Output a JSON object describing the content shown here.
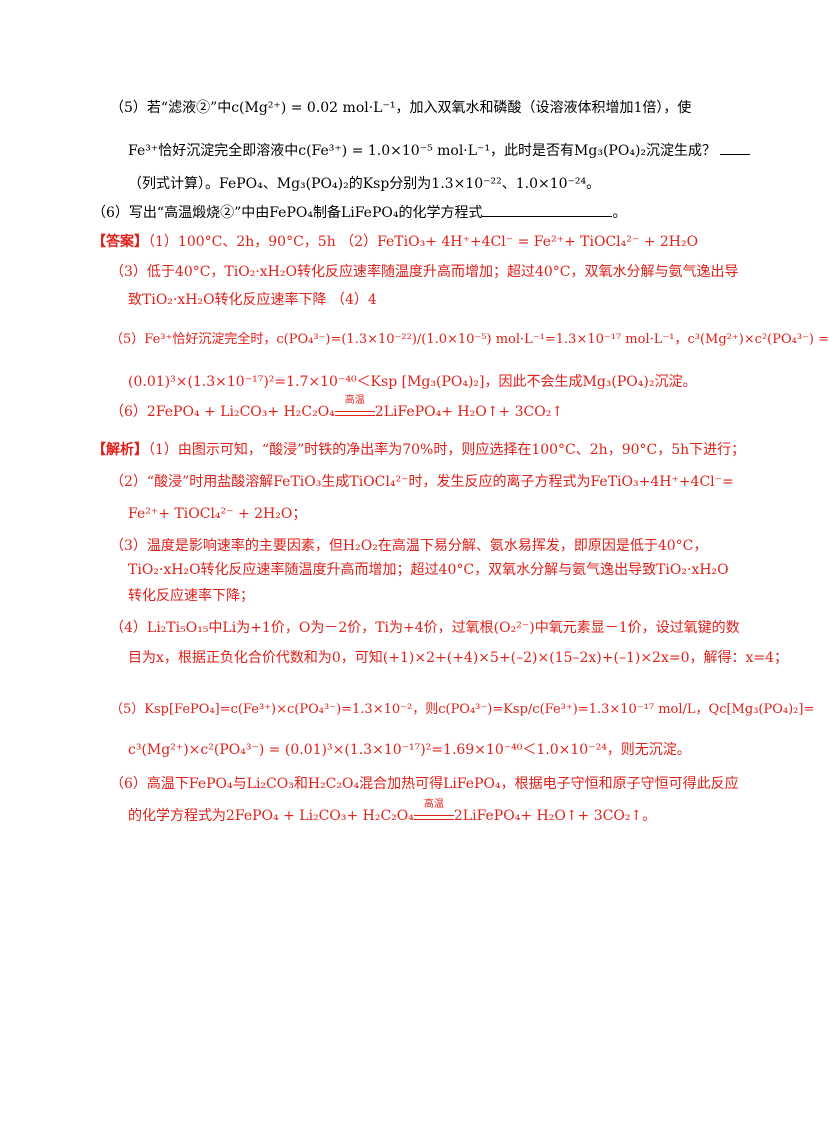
{
  "q5": {
    "line1": "（5）若“滤液②”中c(Mg²⁺) = 0.02 mol·L⁻¹，加入双氧水和磷酸（设溶液体积增加1倍），使",
    "line2": "Fe³⁺恰好沉淀完全即溶液中c(Fe³⁺) = 1.0×10⁻⁵ mol·L⁻¹，此时是否有Mg₃(PO₄)₂沉淀生成？",
    "line3": "（列式计算）。FePO₄、Mg₃(PO₄)₂的Ksp分别为1.3×10⁻²²、1.0×10⁻²⁴。"
  },
  "q6": {
    "line1": "（6）写出“高温煅烧②”中由FePO₄制备LiFePO₄的化学方程式",
    "end": "。"
  },
  "answer": {
    "tag": "【答案】",
    "line1": "（1）100°C、2h，90°C，5h （2）FeTiO₃+ 4H⁺+4Cl⁻ = Fe²⁺+ TiOCl₄²⁻ + 2H₂O",
    "line2": "（3）低于40°C，TiO₂·xH₂O转化反应速率随温度升高而增加；超过40°C，双氧水分解与氨气逸出导",
    "line3": "致TiO₂·xH₂O转化反应速率下降 （4）4",
    "line4": "（5）Fe³⁺恰好沉淀完全时，c(PO₄³⁻)=(1.3×10⁻²²)/(1.0×10⁻⁵) mol·L⁻¹=1.3×10⁻¹⁷ mol·L⁻¹，c³(Mg²⁺)×c²(PO₄³⁻) =",
    "line5": "(0.01)³×(1.3×10⁻¹⁷)²=1.7×10⁻⁴⁰＜Ksp [Mg₃(PO₄)₂]，因此不会生成Mg₃(PO₄)₂沉淀。",
    "line6a": "（6）2FePO₄ + Li₂CO₃+ H₂C₂O₄",
    "line6cond": "高温",
    "line6b": "2LiFePO₄+ H₂O↑+ 3CO₂↑"
  },
  "analysis": {
    "tag": "【解析】",
    "line1": "（1）由图示可知，“酸浸”时铁的净出率为70%时，则应选择在100°C、2h，90°C，5h下进行；",
    "line2": "（2）“酸浸”时用盐酸溶解FeTiO₃生成TiOCl₄²⁻时，发生反应的离子方程式为FeTiO₃+4H⁺+4Cl⁻=",
    "line3": "Fe²⁺+ TiOCl₄²⁻ + 2H₂O；",
    "line4": "（3）温度是影响速率的主要因素，但H₂O₂在高温下易分解、氨水易挥发，即原因是低于40°C，",
    "line5": "TiO₂·xH₂O转化反应速率随温度升高而增加；超过40°C，双氧水分解与氨气逸出导致TiO₂·xH₂O",
    "line6": "转化反应速率下降；",
    "line7": "（4）Li₂Ti₅O₁₅中Li为+1价，O为－2价，Ti为+4价，过氧根(O₂²⁻)中氧元素显－1价，设过氧键的数",
    "line8": "目为x，根据正负化合价代数和为0，可知(+1)×2+(+4)×5+(–2)×(15–2x)+(–1)×2x=0，解得：x=4；",
    "line9": "（5）Ksp[FePO₄]=c(Fe³⁺)×c(PO₄³⁻)=1.3×10⁻²，则c(PO₄³⁻)=Ksp/c(Fe³⁺)=1.3×10⁻¹⁷ mol/L，Qc[Mg₃(PO₄)₂]=",
    "line10": "c³(Mg²⁺)×c²(PO₄³⁻) = (0.01)³×(1.3×10⁻¹⁷)²=1.69×10⁻⁴⁰＜1.0×10⁻²⁴，则无沉淀。",
    "line11": "（6）高温下FePO₄与Li₂CO₃和H₂C₂O₄混合加热可得LiFePO₄，根据电子守恒和原子守恒可得此反应",
    "line12a": "的化学方程式为2FePO₄ + Li₂CO₃+ H₂C₂O₄",
    "line12cond": "高温",
    "line12b": "2LiFePO₄+ H₂O↑+ 3CO₂↑。"
  }
}
